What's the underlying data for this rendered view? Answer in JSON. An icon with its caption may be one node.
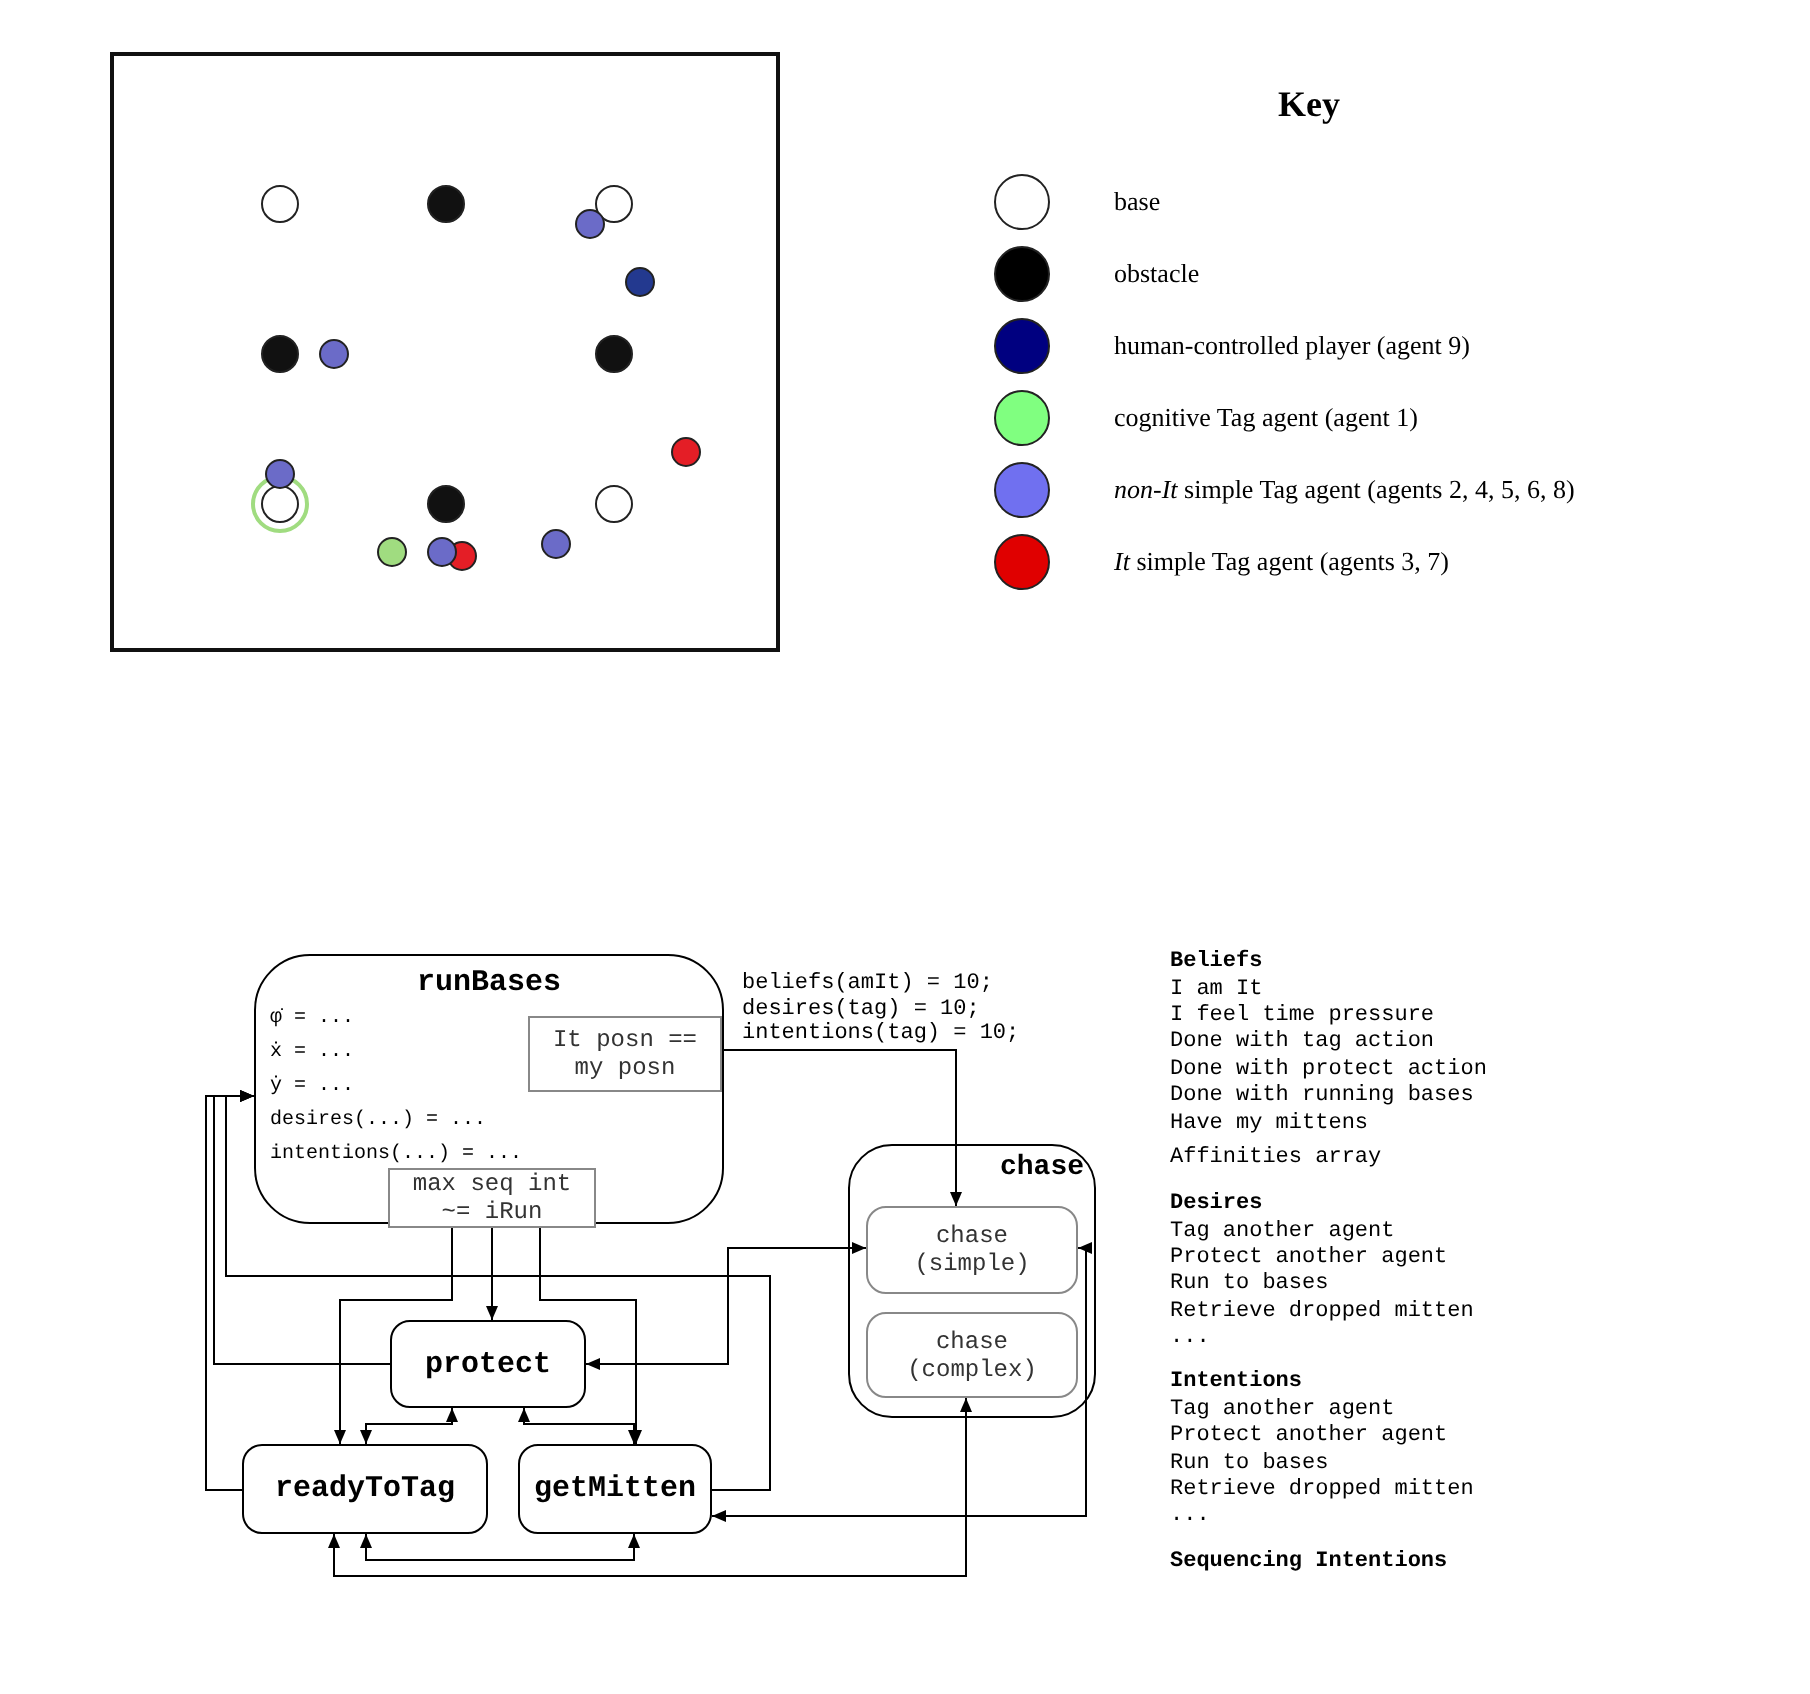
{
  "diagram": {
    "nodes": [
      {
        "text": [
          "runBases",
          "φ̇ = ...",
          "ẋ = ...",
          "ẏ = ...",
          "desires(...) = ...",
          "intentions(...) = ..."
        ]
      },
      {
        "text": [
          "It posn == my posn"
        ],
        "in": 0
      },
      {
        "text": [
          "max seq int ~= iRun"
        ],
        "in": 0
      },
      {
        "text": [
          "chase"
        ]
      },
      {
        "text": [
          "chase (simple)"
        ],
        "in": 3
      },
      {
        "text": [
          "chase (complex)"
        ],
        "in": 3
      },
      {
        "text": [
          "protect"
        ]
      },
      {
        "text": [
          "readyToTag"
        ]
      },
      {
        "text": [
          "getMitten"
        ]
      }
    ],
    "edges": [
      {
        "from": 1,
        "to": 4,
        "arrow": "to",
        "label": "beliefs(amIt) = 10; desires(tag) = 10; intentions(tag) = 10;"
      },
      {
        "from": 2,
        "to": 7,
        "arrow": "to"
      },
      {
        "from": 2,
        "to": 6,
        "arrow": "to"
      },
      {
        "from": 2,
        "to": 8,
        "arrow": "to"
      },
      {
        "from": 6,
        "to": 0,
        "arrow": "to"
      },
      {
        "from": 7,
        "to": 0,
        "arrow": "to"
      },
      {
        "from": 8,
        "to": 0,
        "arrow": "to"
      },
      {
        "from": 6,
        "to": 4,
        "arrow": "both"
      },
      {
        "from": 7,
        "to": 6,
        "arrow": "both"
      },
      {
        "from": 8,
        "to": 6,
        "arrow": "both"
      },
      {
        "from": 7,
        "to": 8,
        "arrow": "both"
      },
      {
        "from": 7,
        "to": 5,
        "arrow": "both"
      },
      {
        "from": 8,
        "to": 4,
        "arrow": "both"
      }
    ],
    "labels": [
      "Key",
      "Beliefs",
      "I am It",
      "I feel time pressure",
      "Done with tag action",
      "Done with protect action",
      "Done with running bases",
      "Have my mittens",
      "Affinities array",
      "Desires",
      "Tag another agent",
      "Protect another agent",
      "Run to bases",
      "Retrieve dropped mitten",
      "...",
      "Intentions",
      "Tag another agent",
      "Protect another agent",
      "Run to bases",
      "Retrieve dropped mitten",
      "...",
      "Sequencing Intentions"
    ],
    "legend": [
      {
        "text": "base",
        "color": "#ffffff"
      },
      {
        "text": "obstacle",
        "color": "#000000"
      },
      {
        "text": "human-controlled player (agent 9)",
        "color": "#000080"
      },
      {
        "text": "cognitive Tag agent (agent 1)",
        "color": "#80ff80"
      },
      {
        "text": "*non-It* simple Tag agent (agents 2, 4, 5, 6, 8)",
        "color": "#7070f0"
      },
      {
        "text": "*It* simple Tag agent (agents 3, 7)",
        "color": "#e00000"
      }
    ]
  }
}
